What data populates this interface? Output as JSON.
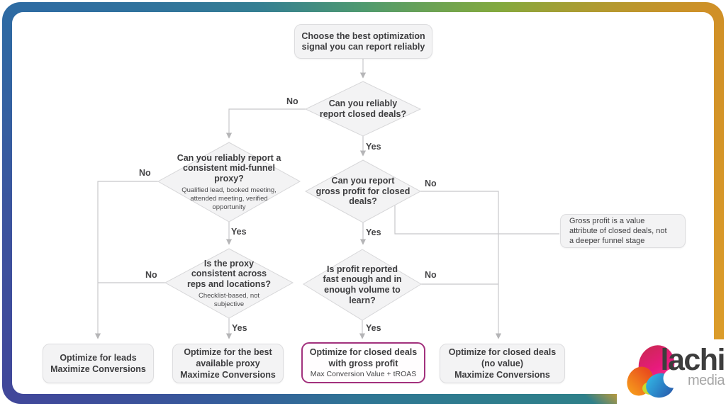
{
  "labels": {
    "yes": "Yes",
    "no": "No"
  },
  "flowchart": {
    "start": "Choose the best optimization\nsignal you can report reliably",
    "decisions": {
      "closed_deals": {
        "question": "Can you reliably\nreport closed deals?"
      },
      "mid_funnel_proxy": {
        "question": "Can you reliably report a\nconsistent mid-funnel\nproxy?",
        "detail": "Qualified lead, booked meeting,\nattended meeting, verified\nopportunity"
      },
      "gross_profit": {
        "question": "Can you report\ngross profit for closed\ndeals?"
      },
      "proxy_consistent": {
        "question": "Is the proxy\nconsistent across\nreps and locations?",
        "detail": "Checklist-based, not\nsubjective"
      },
      "profit_speed": {
        "question": "Is profit reported\nfast enough and in\nenough volume to\nlearn?"
      }
    },
    "side_note": "Gross profit is a value\nattribute of closed deals, not\na deeper funnel stage",
    "outcomes": {
      "leads": {
        "text": "Optimize for leads\nMaximize Conversions"
      },
      "best_proxy": {
        "text": "Optimize for the best\navailable proxy\nMaximize Conversions"
      },
      "gross_profit": {
        "text": "Optimize for closed deals\nwith gross profit",
        "sub": "Max Conversion Value + tROAS"
      },
      "no_value": {
        "text": "Optimize for closed deals\n(no value)\nMaximize Conversions"
      }
    }
  },
  "logo": {
    "brand": "lachi",
    "sub": "media"
  },
  "colors": {
    "highlight_border": "#a2317d",
    "frame_gradient": [
      "#4f9a6f",
      "#83a93e",
      "#d09027",
      "#dd9e2b",
      "#d8a02c",
      "#2f808a",
      "#2f7694",
      "#355d9b",
      "#41479a",
      "#3c549e",
      "#2e6ba3",
      "#357f92",
      "#4f9a6f"
    ]
  }
}
